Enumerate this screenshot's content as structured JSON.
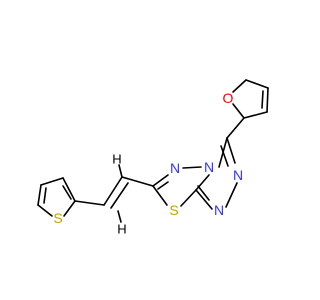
{
  "colors": {
    "background": "#ffffff",
    "bond": "#000000",
    "nitrogen": "#3333ff",
    "oxygen": "#ff0000",
    "sulfur": "#c8a000",
    "hydrogen": "#000000"
  },
  "atoms": {
    "o_furan": "O",
    "n_ring_upper": "N",
    "n_bridge": "N",
    "n_triazole_1": "N",
    "n_triazole_2": "N",
    "s_thiadiazole": "S",
    "s_thiophene": "S",
    "h_vinyl_upper": "H",
    "h_vinyl_lower": "H"
  }
}
